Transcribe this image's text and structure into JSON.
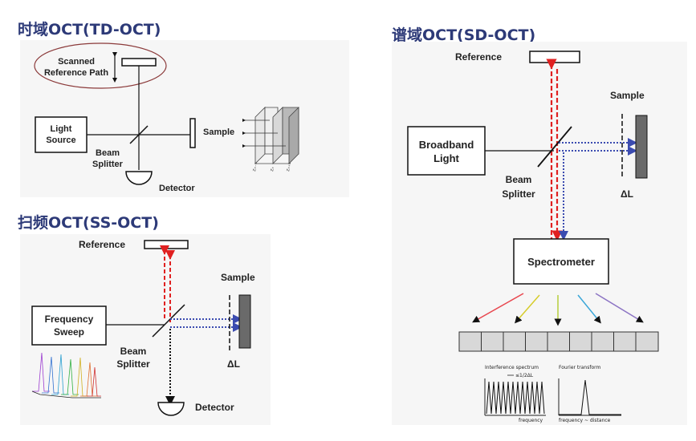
{
  "titles": {
    "td": "时域OCT(TD-OCT)",
    "sd": "谱域OCT(SD-OCT)",
    "ss": "扫频OCT(SS-OCT)"
  },
  "td": {
    "scanned_line1": "Scanned",
    "scanned_line2": "Reference Path",
    "light_line1": "Light",
    "light_line2": "Source",
    "beam": "Beam",
    "splitter": "Splitter",
    "sample": "Sample",
    "detector": "Detector",
    "z_labels": [
      "zₓ₋₁",
      "zₓ",
      "zₓ₊₁"
    ]
  },
  "ss": {
    "reference": "Reference",
    "sample": "Sample",
    "freq_line1": "Frequency",
    "freq_line2": "Sweep",
    "beam": "Beam",
    "splitter": "Splitter",
    "delta_l": "ΔL",
    "detector": "Detector"
  },
  "sd": {
    "reference": "Reference",
    "sample": "Sample",
    "broad_line1": "Broadband",
    "broad_line2": "Light",
    "beam": "Beam",
    "splitter": "Splitter",
    "delta_l": "ΔL",
    "spectrometer": "Spectrometer",
    "interference": "Interference spectrum",
    "interference_marker": "≤1/2ΔL",
    "fourier": "Fourier transform",
    "axis_frequency": "frequency",
    "axis_freq_distance": "frequency ~ distance"
  },
  "colors": {
    "title": "#2d3a78",
    "reference_beam": "#e02020",
    "sample_beam": "#3b4bb0",
    "panel_bg": "#f7f7f7",
    "mirror": "#6a6a6a",
    "spectral_arrows": [
      "#e8474f",
      "#d6cc2a",
      "#b7cf3c",
      "#3aa6d8",
      "#8c74c4"
    ]
  }
}
